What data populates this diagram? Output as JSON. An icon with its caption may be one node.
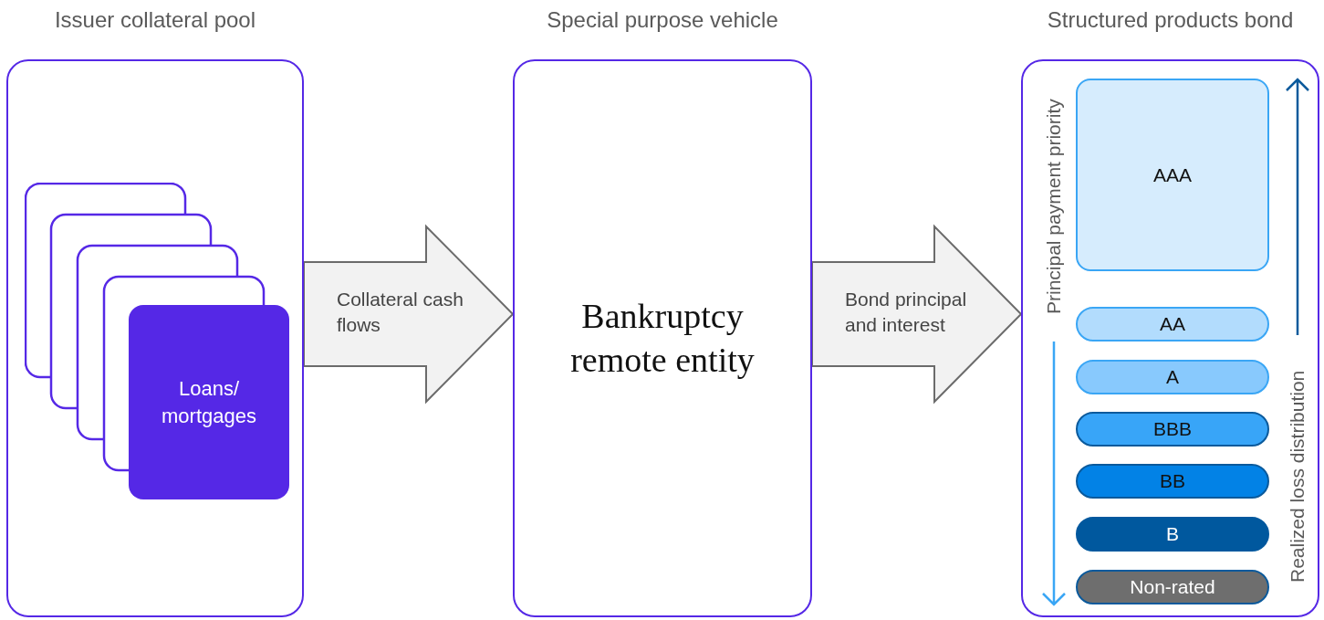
{
  "diagram": {
    "nodes": [
      {
        "text": [
          "Issuer collateral pool"
        ]
      },
      {
        "text": [
          "Loans/ mortgages"
        ],
        "in": 0
      },
      {
        "text": [
          "Special purpose vehicle",
          "Bankruptcy remote entity"
        ]
      },
      {
        "text": [
          "Structured products bond"
        ]
      },
      {
        "text": [
          "AAA"
        ],
        "in": 3
      },
      {
        "text": [
          "AA"
        ],
        "in": 3
      },
      {
        "text": [
          "A"
        ],
        "in": 3
      },
      {
        "text": [
          "BBB"
        ],
        "in": 3
      },
      {
        "text": [
          "BB"
        ],
        "in": 3
      },
      {
        "text": [
          "B"
        ],
        "in": 3
      },
      {
        "text": [
          "Non-rated"
        ],
        "in": 3
      }
    ],
    "edges": [
      {
        "from": 0,
        "to": 2,
        "arrow": "to",
        "label": "Collateral cash flows"
      },
      {
        "from": 2,
        "to": 3,
        "arrow": "to",
        "label": "Bond principal and interest"
      }
    ],
    "labels": [
      "Principal payment priority",
      "Realized loss distribution"
    ]
  }
}
